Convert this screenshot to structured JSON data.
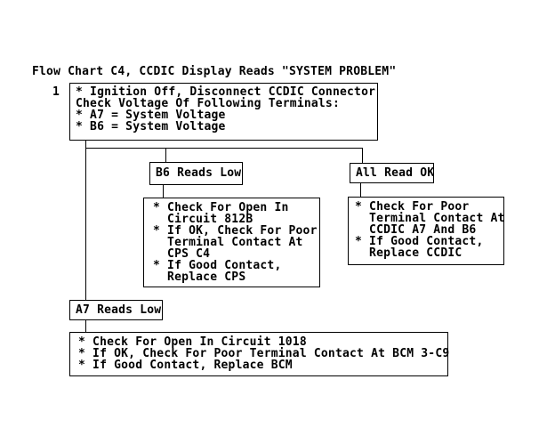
{
  "page": {
    "title": "Flow Chart C4, CCDIC Display Reads \"SYSTEM PROBLEM\"",
    "step_number": "1"
  },
  "colors": {
    "text": "#000000",
    "line": "#000000",
    "background": "#ffffff"
  },
  "flowchart": {
    "start": {
      "lines": [
        "* Ignition Off, Disconnect CCDIC Connector",
        "Check Voltage Of Following Terminals:",
        "* A7 = System Voltage",
        "* B6 = System Voltage"
      ]
    },
    "b6_branch": {
      "label": "B6 Reads Low",
      "action_lines": [
        "* Check For Open In",
        "  Circuit 812B",
        "* If OK, Check For Poor",
        "  Terminal Contact At",
        "  CPS C4",
        "* If Good Contact,",
        "  Replace CPS"
      ]
    },
    "all_ok_branch": {
      "label": "All Read OK",
      "action_lines": [
        "* Check For Poor",
        "  Terminal Contact At",
        "  CCDIC A7 And B6",
        "* If Good Contact,",
        "  Replace CCDIC"
      ]
    },
    "a7_branch": {
      "label": "A7 Reads Low",
      "action_lines": [
        "* Check For Open In Circuit 1018",
        "* If OK, Check For Poor Terminal Contact At BCM 3-C9",
        "* If Good Contact, Replace BCM"
      ]
    }
  }
}
